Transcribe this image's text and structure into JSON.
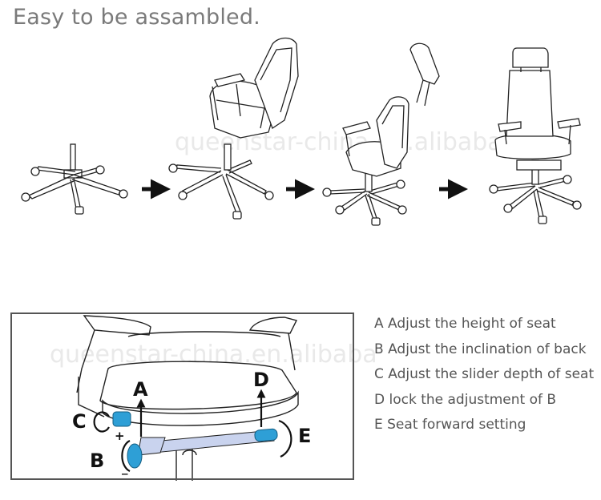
{
  "title": "Easy to be assambled.",
  "watermark": "queenstar-china.en.alibaba",
  "steps": [
    {
      "name": "base"
    },
    {
      "name": "base-with-seat"
    },
    {
      "name": "add-headrest"
    },
    {
      "name": "finished-chair"
    }
  ],
  "callouts": {
    "a": "A",
    "b": "B",
    "c": "C",
    "d": "D",
    "e": "E",
    "plus": "+",
    "minus": "_"
  },
  "legend": [
    "A Adjust the height of seat",
    "B Adjust the inclination of back",
    "C Adjust the slider depth of seat",
    "D lock the adjustment of B",
    "E Seat forward setting"
  ],
  "colors": {
    "line": "#222222",
    "text": "#555555",
    "title": "#7a7a7a",
    "knob": "#2e9fd6",
    "lever": "#c9d3ee"
  }
}
